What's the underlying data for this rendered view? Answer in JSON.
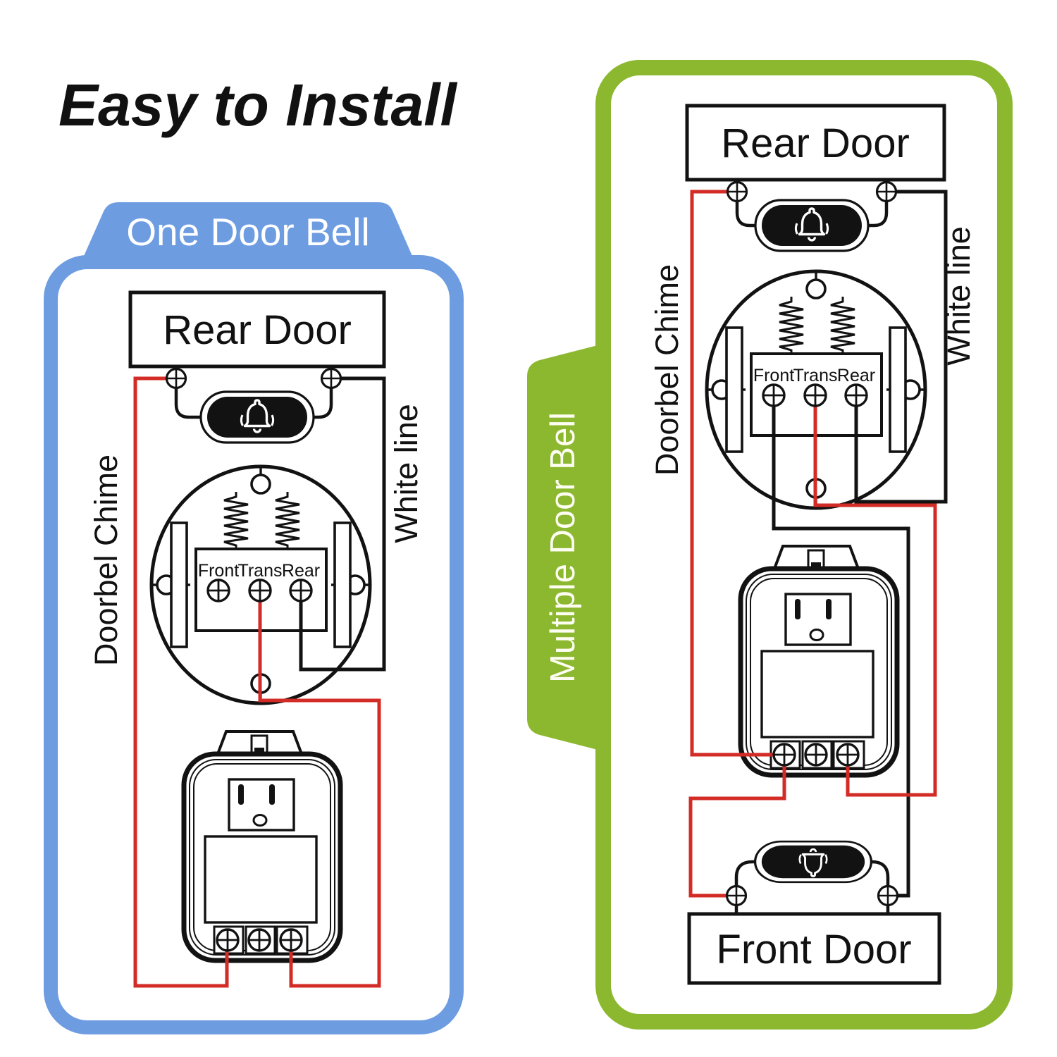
{
  "title": "Easy to Install",
  "colors": {
    "panel_blue": "#6D9CE1",
    "panel_green": "#8CB82F",
    "wire_red": "#D32B25",
    "wire_black": "#121212"
  },
  "left_panel": {
    "tab_label": "One Door Bell",
    "door_box_label": "Rear Door",
    "chime_vertical_label": "Doorbel Chime",
    "wire_vertical_label": "White line",
    "chime_terminals": [
      "Front",
      "Trans",
      "Rear"
    ]
  },
  "right_panel": {
    "tab_label": "Multiple Door Bell",
    "rear_door_box_label": "Rear Door",
    "front_door_box_label": "Front Door",
    "chime_vertical_label": "Doorbel Chime",
    "wire_vertical_label": "White line",
    "chime_terminals": [
      "Front",
      "Trans",
      "Rear"
    ]
  }
}
